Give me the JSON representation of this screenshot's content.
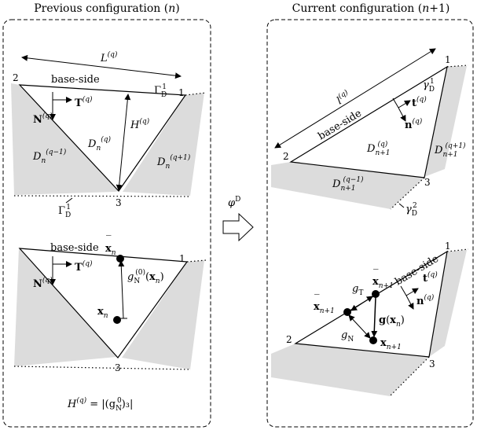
{
  "panels": {
    "left_title_text": "Previous configuration (",
    "left_title_var": "n",
    "left_title_close": ")",
    "right_title_text": "Current configuration (",
    "right_title_var": "n",
    "right_title_plus": "+1)"
  },
  "labels": {
    "base_side": "base-side",
    "vertex_1": "1",
    "vertex_2": "2",
    "vertex_3": "3",
    "L": "L",
    "sup_q": "(q)",
    "sup_q1m": "(q−1)",
    "sup_q1p": "(q+1)",
    "sup_0": "(0)",
    "H": "H",
    "T": "T",
    "N": "N",
    "t": "t",
    "n": "n",
    "D": "D",
    "sub_n": "n",
    "sub_n1": "n+1",
    "Gamma": "Γ",
    "sub_D": "D",
    "sup_1": "1",
    "gamma": "γ",
    "sup_2": "2",
    "l": "l",
    "x": "x",
    "g": "g",
    "sub_N": "N",
    "sub_T": "T",
    "phi": "φ",
    "phi_sup": "D",
    "H_formula_lhs": "H",
    "H_formula_eq": " = |(g",
    "H_formula_sub": "N",
    "H_formula_sup": "0",
    "H_formula_rhs": ")₃|"
  }
}
